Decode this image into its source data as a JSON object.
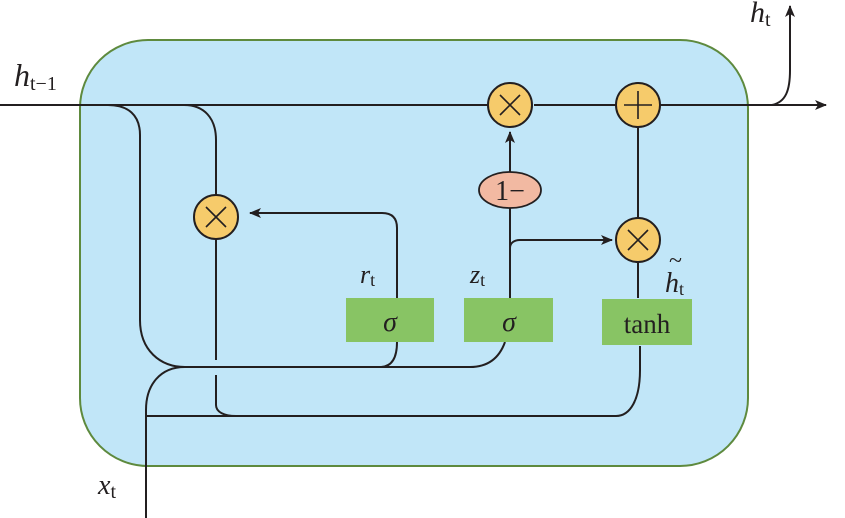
{
  "diagram": {
    "title": "GRU cell",
    "colors": {
      "cell_fill": "#c1e6f8",
      "cell_border": "#5e8a3e",
      "operator_fill": "#f6cb6b",
      "one_minus_fill": "#f2b9a2",
      "gate_fill": "#88c464",
      "line": "#231f20"
    },
    "labels": {
      "h_prev": {
        "main": "h",
        "sub": "t−1"
      },
      "h_out": {
        "main": "h",
        "sub": "t"
      },
      "x_in": {
        "main": "x",
        "sub": "t"
      },
      "r_gate": {
        "main": "r",
        "sub": "t"
      },
      "z_gate": {
        "main": "z",
        "sub": "t"
      },
      "h_tilde": {
        "main": "h",
        "tilde": "~",
        "sub": "t"
      }
    },
    "gates": [
      {
        "id": "reset",
        "label": "σ"
      },
      {
        "id": "update",
        "label": "σ"
      },
      {
        "id": "candidate",
        "label": "tanh"
      }
    ],
    "operators": [
      {
        "id": "reset-multiply",
        "symbol": "multiply"
      },
      {
        "id": "keep-multiply",
        "symbol": "multiply"
      },
      {
        "id": "add",
        "symbol": "add"
      },
      {
        "id": "update-multiply",
        "symbol": "multiply"
      }
    ],
    "one_minus_label": "1−"
  }
}
